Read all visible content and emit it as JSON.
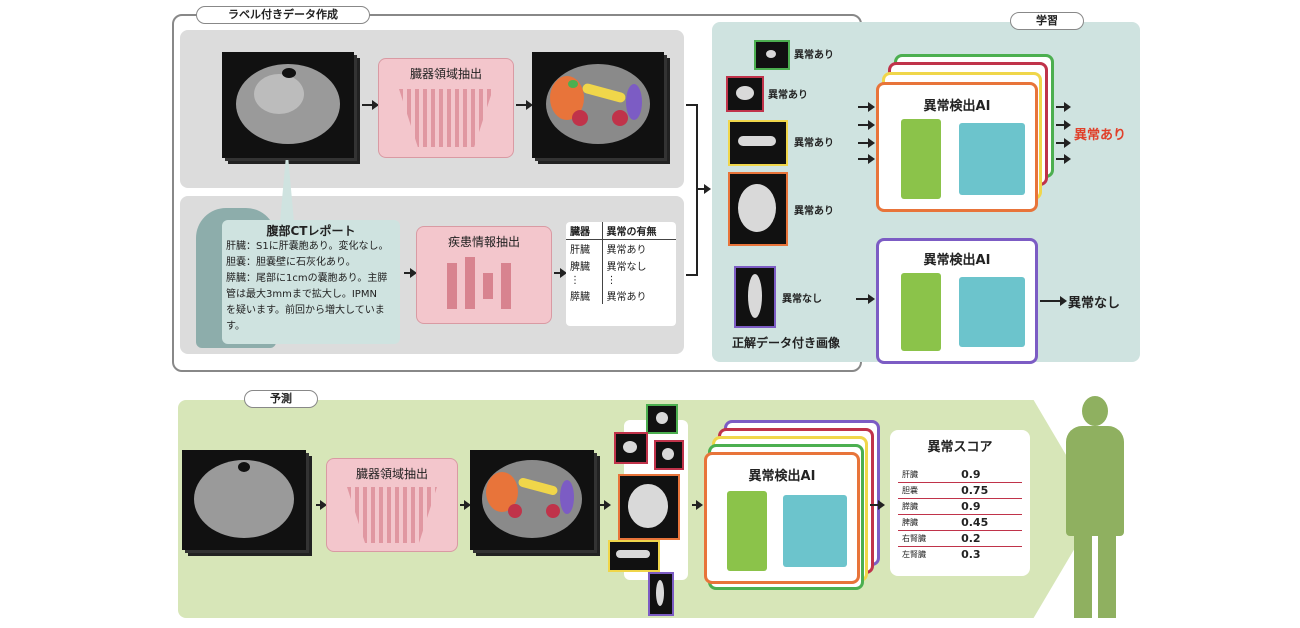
{
  "top": {
    "label_tag": "ラベル付きデータ作成",
    "learn_tag": "学習",
    "organ_extract": "臓器領域抽出",
    "report_title": "腹部CTレポート",
    "report_lines": [
      "肝臓：S1に肝嚢胞あり。変化なし。",
      "胆嚢：胆嚢壁に石灰化あり。",
      "膵臓：尾部に1cmの嚢胞あり。主膵",
      "管は最大3mmまで拡大し。IPMN",
      "を疑います。前回から増大していま",
      "す。"
    ],
    "disease_extract": "疾患情報抽出",
    "table_h1": "臓器",
    "table_h2": "異常の有無",
    "table_rows": [
      [
        "肝臓",
        "異常あり"
      ],
      [
        "脾臓",
        "異常なし"
      ],
      [
        "⋮",
        "⋮"
      ],
      [
        "膵臓",
        "異常あり"
      ]
    ],
    "labels": [
      "異常あり",
      "異常あり",
      "異常あり",
      "異常あり",
      "異常なし"
    ],
    "labeled_images": "正解データ付き画像",
    "ai_title": "異常検出AI",
    "result_ab": "異常あり",
    "result_norm": "異常なし"
  },
  "bottom": {
    "tag": "予測",
    "organ_extract": "臓器領域抽出",
    "ai_title": "異常検出AI",
    "score_title": "異常スコア",
    "scores": [
      [
        "肝臓",
        "0.9"
      ],
      [
        "胆嚢",
        "0.75"
      ],
      [
        "膵臓",
        "0.9"
      ],
      [
        "脾臓",
        "0.45"
      ],
      [
        "右腎臓",
        "0.2"
      ],
      [
        "左腎臓",
        "0.3"
      ]
    ]
  },
  "colors": {
    "accent_red": "#e0402a",
    "panel_grey": "#dcdcdc",
    "teal": "#cfe3e0",
    "green": "#d7e6b8"
  }
}
